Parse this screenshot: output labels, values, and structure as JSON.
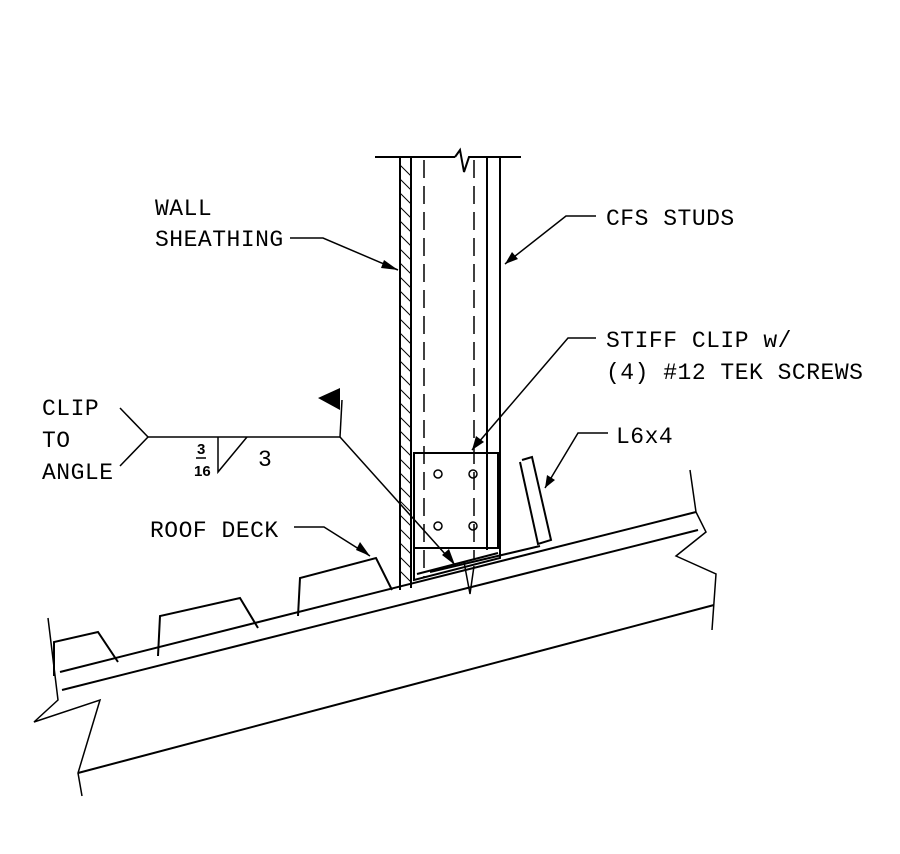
{
  "labels": {
    "wall_sheathing_1": "WALL",
    "wall_sheathing_2": "SHEATHING",
    "cfs_studs": "CFS STUDS",
    "stiff_clip_1": "STIFF CLIP w/",
    "stiff_clip_2": "(4) #12 TEK SCREWS",
    "clip_to_angle_1": "CLIP",
    "clip_to_angle_2": "TO",
    "clip_to_angle_3": "ANGLE",
    "weld_fraction_num": "3",
    "weld_fraction_den": "16",
    "weld_length": "3",
    "angle": "L6x4",
    "roof_deck": "ROOF DECK"
  }
}
